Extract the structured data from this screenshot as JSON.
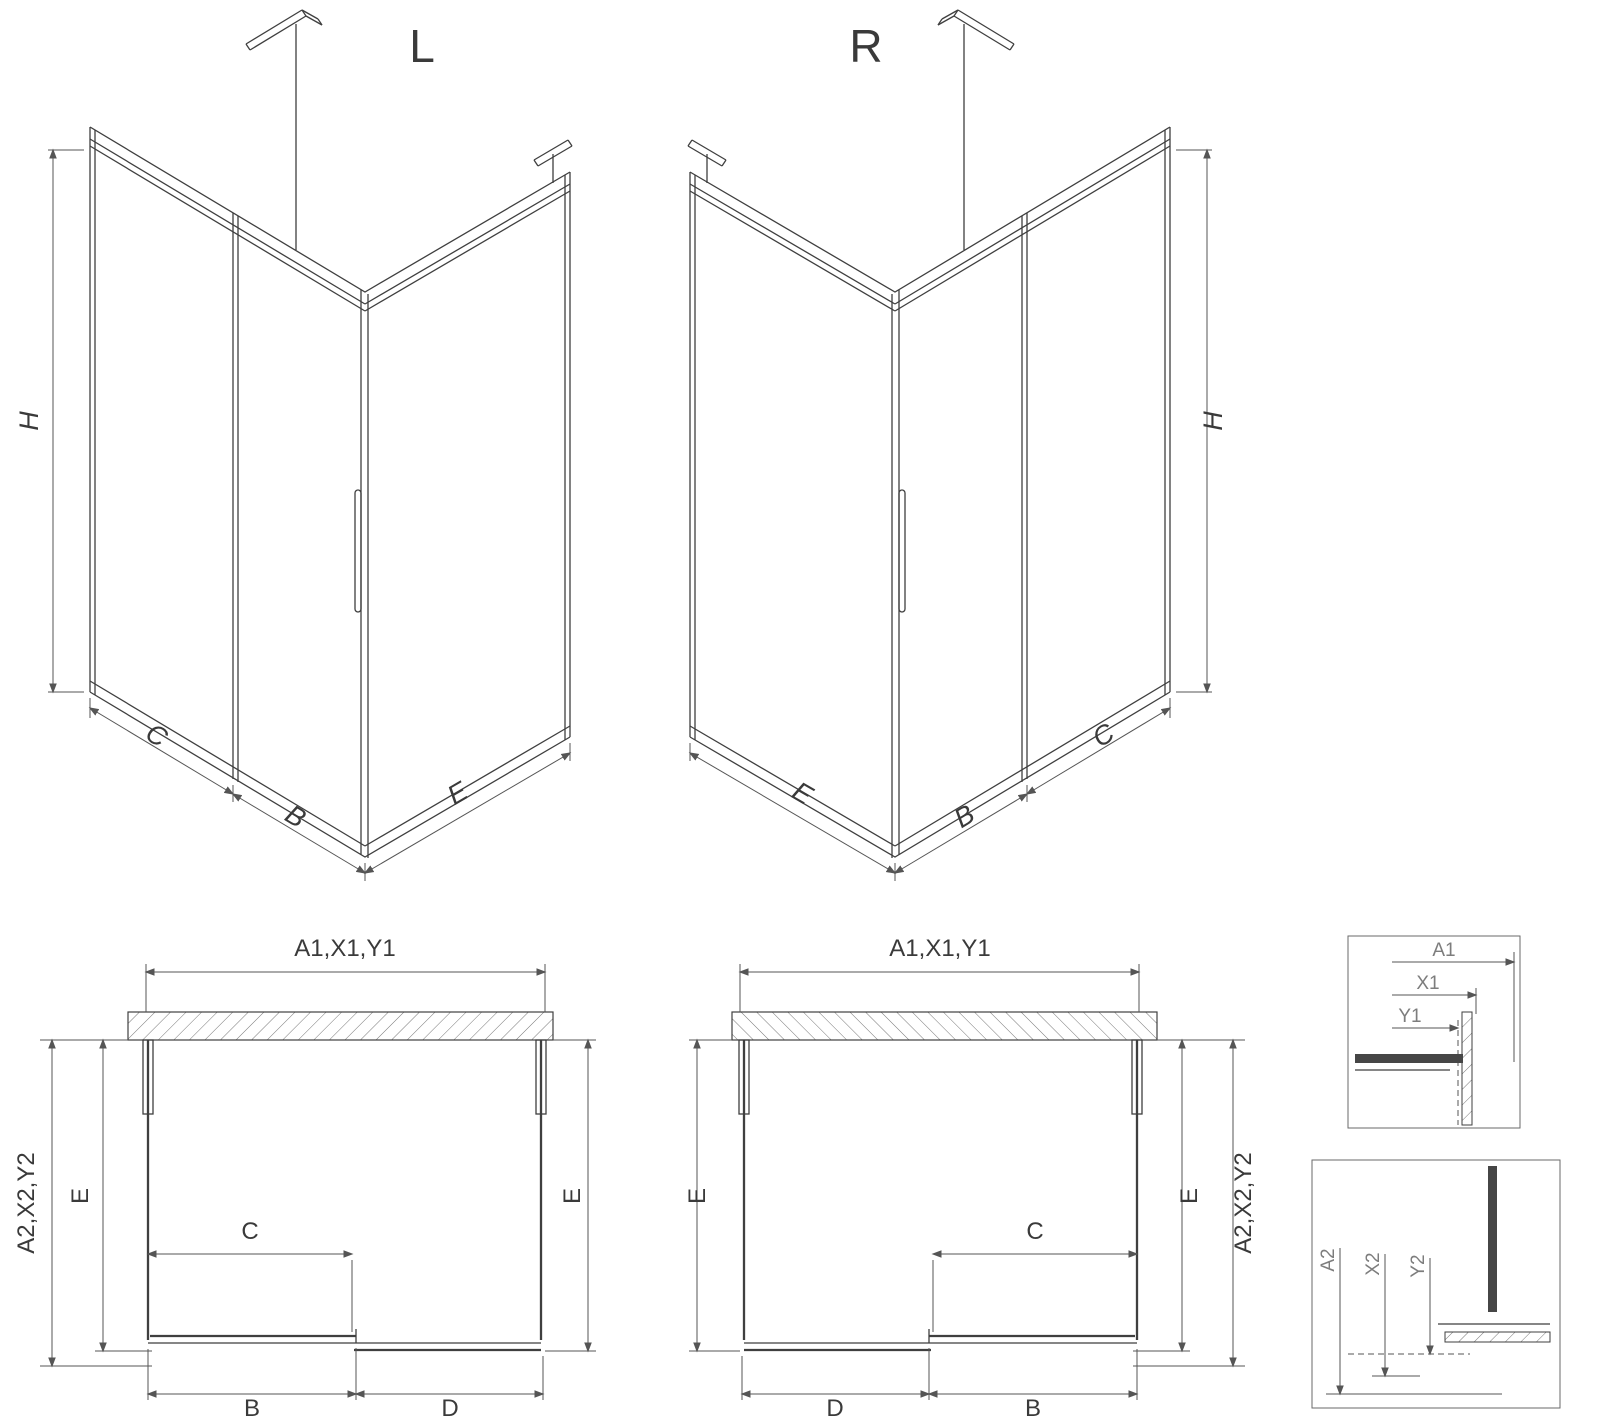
{
  "colors": {
    "background": "#ffffff",
    "line": "#3f3f3f",
    "dimension_line": "#555555",
    "detail_label": "#7d7d7d"
  },
  "iso_left": {
    "label": "L",
    "dim_height": "H",
    "dim_c": "C",
    "dim_b": "B",
    "dim_e": "E"
  },
  "iso_right": {
    "label": "R",
    "dim_height": "H",
    "dim_c": "C",
    "dim_b": "B",
    "dim_e": "E"
  },
  "plan_left": {
    "dim_top": "A1,X1,Y1",
    "dim_side": "A2,X2,Y2",
    "dim_e_left": "E",
    "dim_e_right": "E",
    "dim_c": "C",
    "dim_b": "B",
    "dim_d": "D"
  },
  "plan_right": {
    "dim_top": "A1,X1,Y1",
    "dim_side": "A2,X2,Y2",
    "dim_e_left": "E",
    "dim_e_right": "E",
    "dim_c": "C",
    "dim_b": "B",
    "dim_d": "D"
  },
  "detail_a1": {
    "dim_a1": "A1",
    "dim_x1": "X1",
    "dim_y1": "Y1"
  },
  "detail_a2": {
    "dim_a2": "A2",
    "dim_x2": "X2",
    "dim_y2": "Y2"
  }
}
